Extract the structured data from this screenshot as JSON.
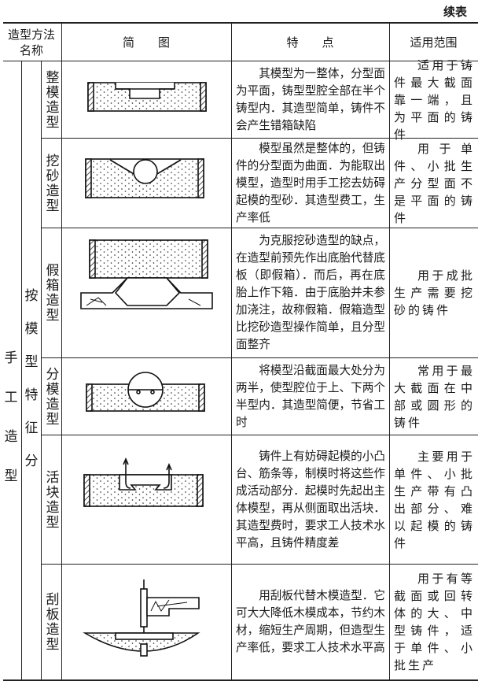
{
  "continued_label": "续表",
  "header": {
    "method_name": "造型方法名称",
    "diagram": "简　　图",
    "features": "特　　点",
    "scope": "适用范围"
  },
  "category": "手工造型",
  "subcategory": "按模型特征分",
  "rows": [
    {
      "name": "整模造型",
      "features": "其模型为一整体，分型面为平面，铸型型腔全部在半个铸型内．其造型简单，铸件不会产生错箱缺陷",
      "scope": "适用于铸件最大截面靠一端，且为平面的铸件"
    },
    {
      "name": "挖砂造型",
      "features": "模型虽然是整体的，但铸件的分型面为曲面．为能取出模型，造型时用手工挖去妨碍起模的型砂．其造型费工，生产率低",
      "scope": "用于单件、小批生产分型面不是平面的铸件"
    },
    {
      "name": "假箱造型",
      "features": "为克服挖砂造型的缺点，在造型前预先作出底胎代替底板（即假箱）．而后，再在底胎上作下箱．由于底胎并未参加浇注，故称假箱．假箱造型比挖砂造型操作简单，且分型面整齐",
      "scope": "用于成批生产需要挖砂的铸件"
    },
    {
      "name": "分模造型",
      "features": "将模型沿截面最大处分为两半，使型腔位于上、下两个半型内．其造型简便，节省工时",
      "scope": "常用于最大截面在中部或圆形的铸件"
    },
    {
      "name": "活块造型",
      "features": "铸件上有妨碍起模的小凸台、筋条等，制模时将这些作成活动部分．起模时先起出主体模型，再从侧面取出活块．其造型费时，要求工人技术水平高，且铸件精度差",
      "scope": "主要用于单件、小批生产带有凸出部分、难以起模的铸件"
    },
    {
      "name": "刮板造型",
      "features": "用刮板代替木模造型．它可大大降低木模成本，节约木材，缩短生产周期，但造型生产率低，要求工人技术水平高",
      "scope": "用于有等截面或回转体的大、中型铸件，适于单件、小批生产"
    }
  ]
}
